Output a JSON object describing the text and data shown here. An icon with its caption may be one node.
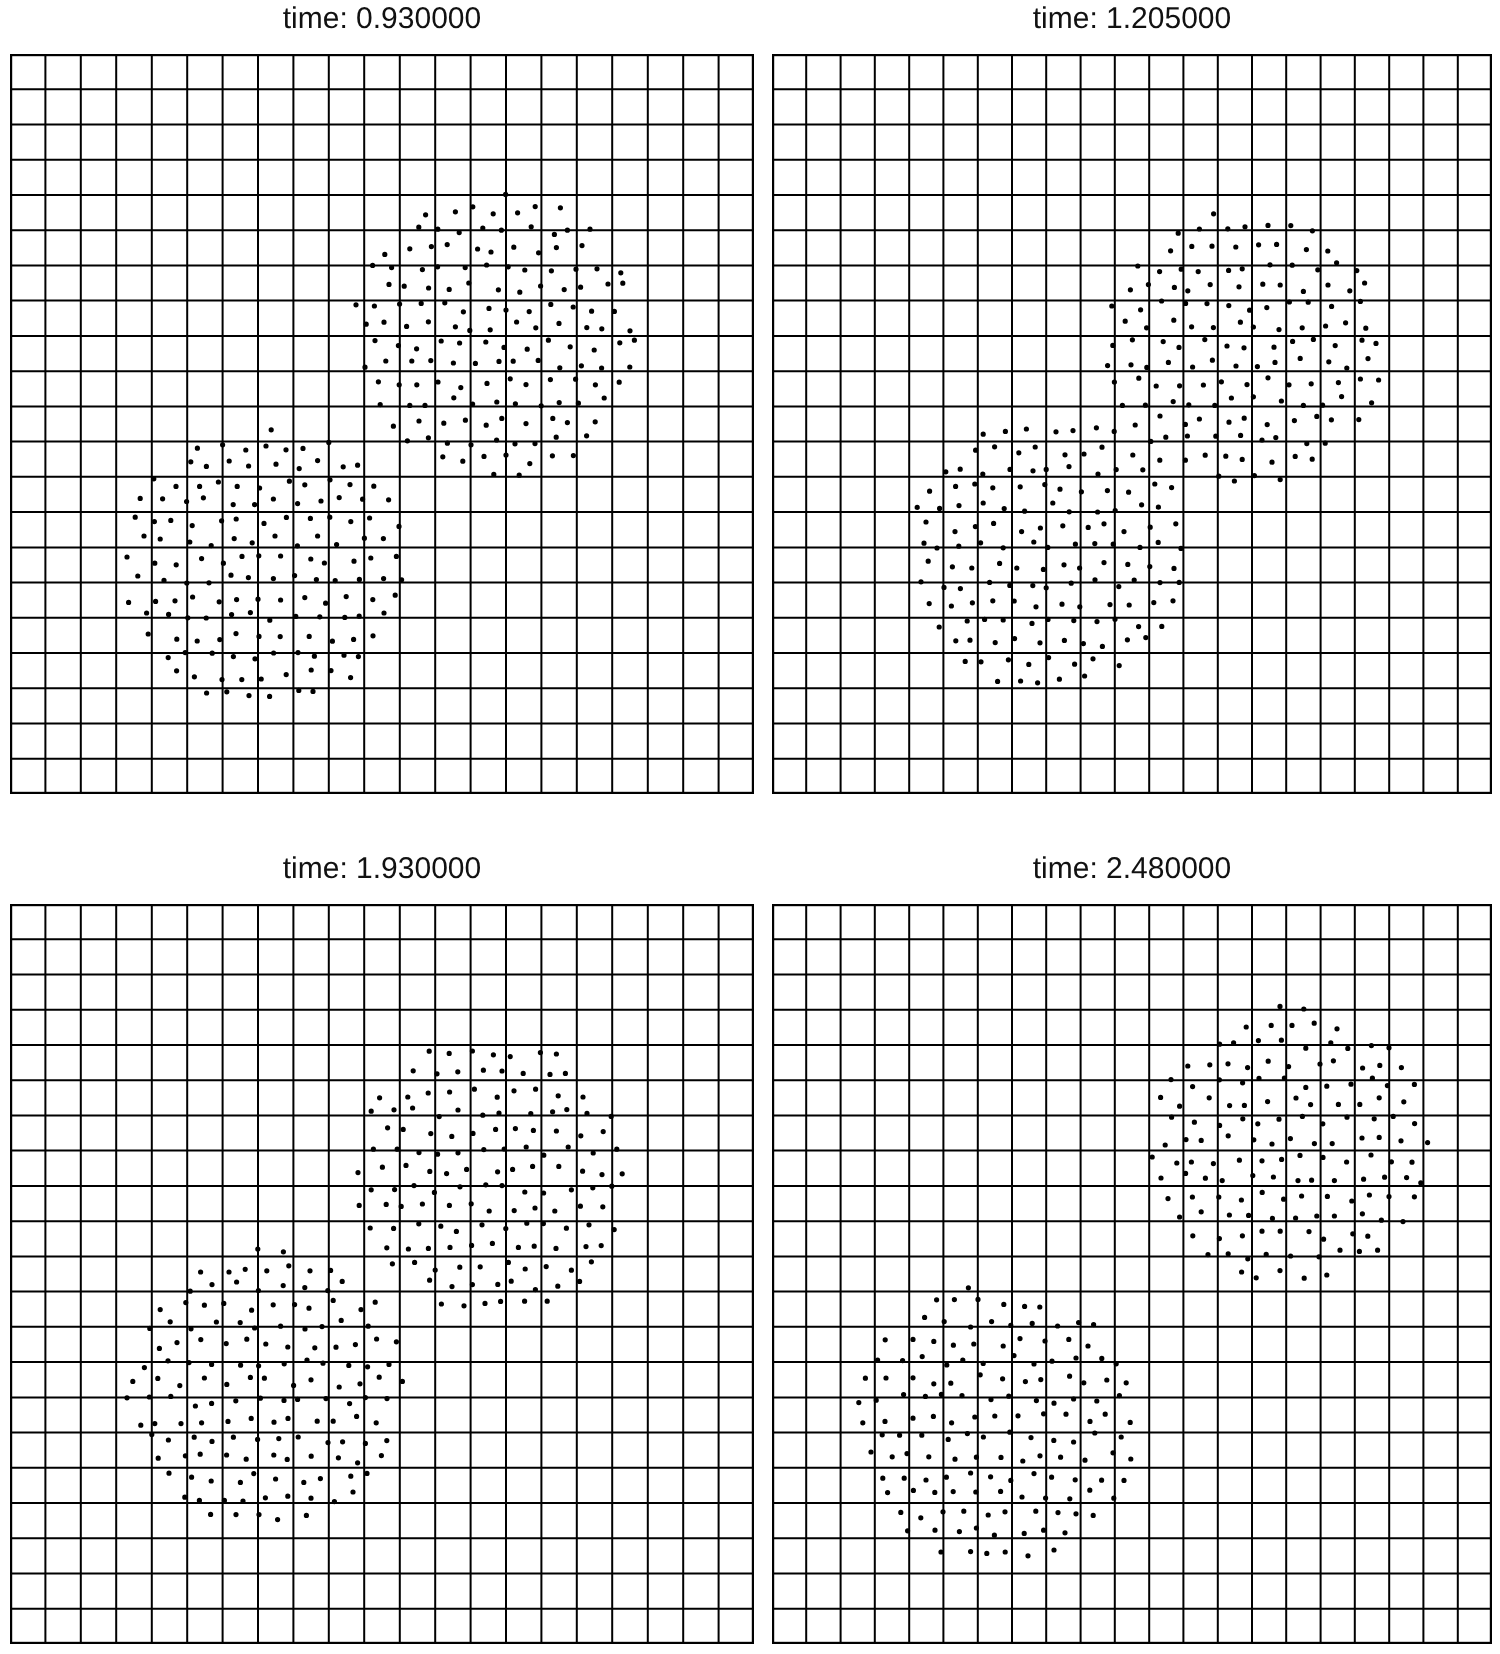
{
  "diagram": {
    "nodes": [
      {
        "text": [
          "time: 0.930000"
        ]
      },
      {
        "text": [
          "time: 1.205000"
        ]
      },
      {
        "text": [
          "time: 1.930000"
        ]
      },
      {
        "text": [
          "time: 2.480000"
        ]
      }
    ]
  }
}
